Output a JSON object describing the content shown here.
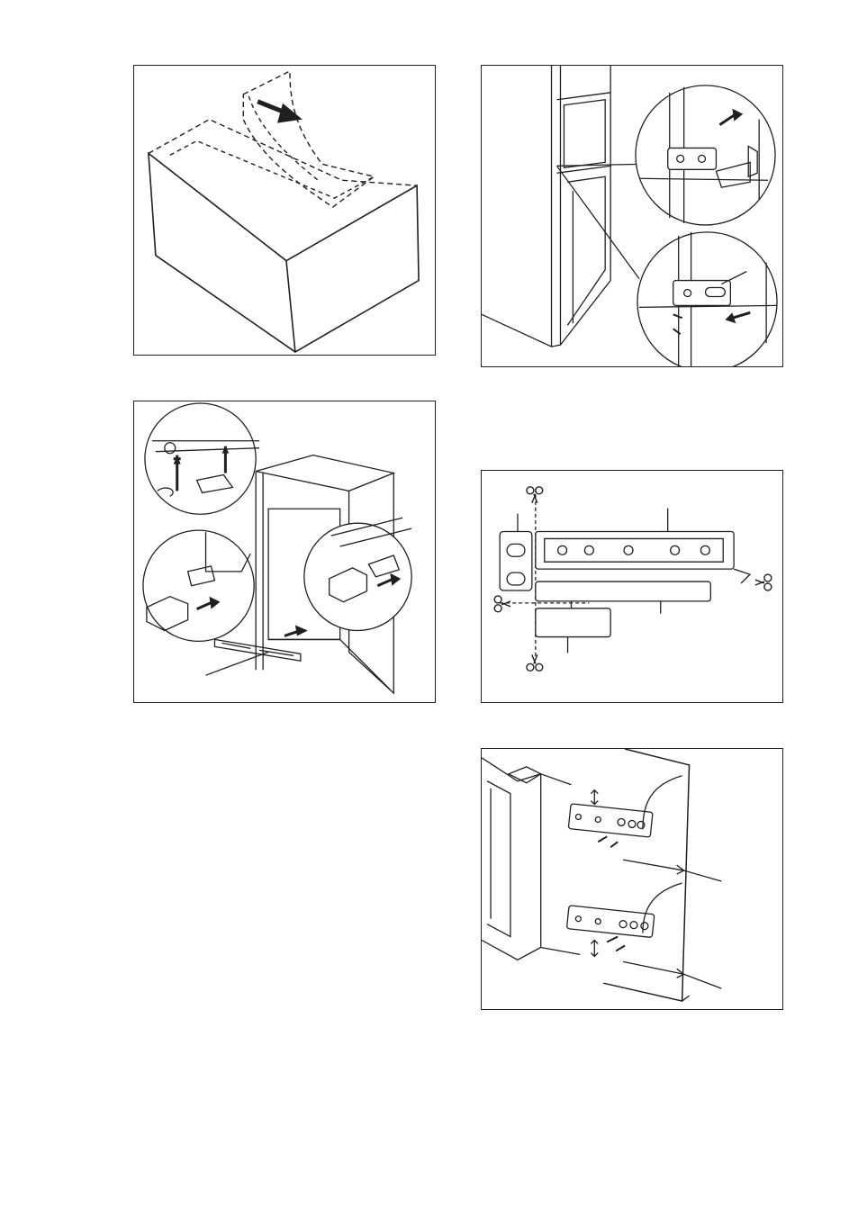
{
  "page": {
    "background": "#ffffff",
    "line_color": "#231f20",
    "figures": [
      {
        "key": "fig-box",
        "icon": "box-icon"
      },
      {
        "key": "fig-hinge",
        "icon": "hinge-detail-icon"
      },
      {
        "key": "fig-cover",
        "icon": "hinge-cover-icon"
      },
      {
        "key": "fig-cut",
        "icon": "scissors-icon"
      },
      {
        "key": "fig-door",
        "icon": "door-bracket-icon"
      }
    ]
  }
}
